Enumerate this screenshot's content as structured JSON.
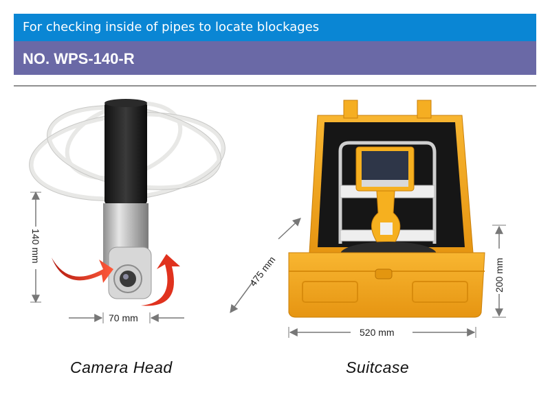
{
  "header": {
    "tagline": "For checking inside of pipes to locate blockages",
    "model": "NO. WPS-140-R"
  },
  "camera_head": {
    "caption": "Camera Head",
    "height_label": "140 mm",
    "width_label": "70 mm"
  },
  "suitcase": {
    "caption": "Suitcase",
    "depth_label": "475 mm",
    "width_label": "520 mm",
    "height_label": "200 mm"
  },
  "colors": {
    "banner_blue": "#0a86d4",
    "banner_purple": "#6a69a6",
    "case_orange": "#f4a71c",
    "arrow_red": "#e0321e"
  }
}
